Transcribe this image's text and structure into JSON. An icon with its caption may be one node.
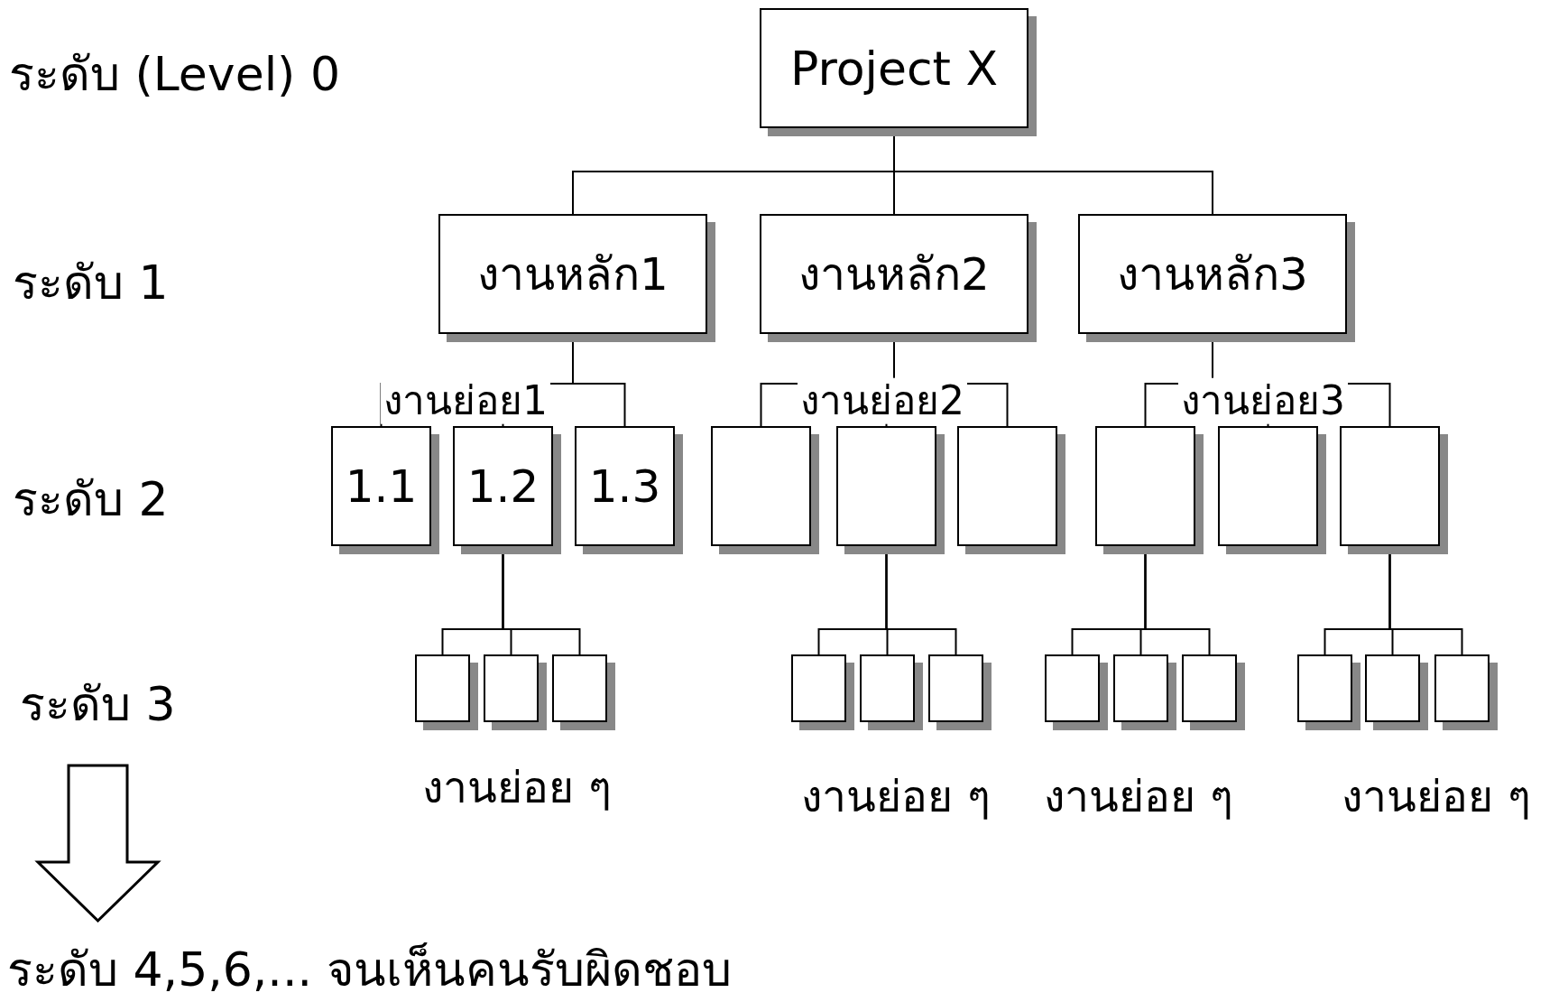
{
  "diagram": {
    "nodes": [
      {
        "text": [
          "Project X"
        ]
      },
      {
        "text": [
          "งานหลัก1"
        ]
      },
      {
        "text": [
          "งานหลัก2"
        ]
      },
      {
        "text": [
          "งานหลัก3"
        ]
      },
      {
        "text": [
          "1.1"
        ]
      },
      {
        "text": [
          "1.2"
        ]
      },
      {
        "text": [
          "1.3"
        ]
      },
      {
        "text": [],
        "shape": "box"
      },
      {
        "text": [],
        "shape": "box"
      },
      {
        "text": [],
        "shape": "box"
      },
      {
        "text": [],
        "shape": "box"
      },
      {
        "text": [],
        "shape": "box"
      },
      {
        "text": [],
        "shape": "box"
      },
      {
        "text": [],
        "shape": "box"
      },
      {
        "text": [],
        "shape": "box"
      },
      {
        "text": [],
        "shape": "box"
      },
      {
        "text": [],
        "shape": "box"
      },
      {
        "text": [],
        "shape": "box"
      },
      {
        "text": [],
        "shape": "box"
      },
      {
        "text": [],
        "shape": "box"
      },
      {
        "text": [],
        "shape": "box"
      },
      {
        "text": [],
        "shape": "box"
      },
      {
        "text": [],
        "shape": "box"
      },
      {
        "text": [],
        "shape": "box"
      },
      {
        "text": [],
        "shape": "box"
      }
    ],
    "edges": [
      {
        "from": 0,
        "to": 1,
        "arrow": "none"
      },
      {
        "from": 0,
        "to": 2,
        "arrow": "none"
      },
      {
        "from": 0,
        "to": 3,
        "arrow": "none"
      },
      {
        "from": 1,
        "to": 4,
        "arrow": "none"
      },
      {
        "from": 1,
        "to": 5,
        "arrow": "none"
      },
      {
        "from": 1,
        "to": 6,
        "arrow": "none"
      },
      {
        "from": 2,
        "to": 7,
        "arrow": "none"
      },
      {
        "from": 2,
        "to": 8,
        "arrow": "none"
      },
      {
        "from": 2,
        "to": 9,
        "arrow": "none"
      },
      {
        "from": 3,
        "to": 10,
        "arrow": "none"
      },
      {
        "from": 3,
        "to": 11,
        "arrow": "none"
      },
      {
        "from": 3,
        "to": 12,
        "arrow": "none"
      },
      {
        "from": 5,
        "to": 13,
        "arrow": "none"
      },
      {
        "from": 5,
        "to": 14,
        "arrow": "none"
      },
      {
        "from": 5,
        "to": 15,
        "arrow": "none"
      },
      {
        "from": 8,
        "to": 16,
        "arrow": "none"
      },
      {
        "from": 8,
        "to": 17,
        "arrow": "none"
      },
      {
        "from": 8,
        "to": 18,
        "arrow": "none"
      },
      {
        "from": 10,
        "to": 19,
        "arrow": "none"
      },
      {
        "from": 10,
        "to": 20,
        "arrow": "none"
      },
      {
        "from": 10,
        "to": 21,
        "arrow": "none"
      },
      {
        "from": 12,
        "to": 22,
        "arrow": "none"
      },
      {
        "from": 12,
        "to": 23,
        "arrow": "none"
      },
      {
        "from": 12,
        "to": 24,
        "arrow": "none"
      }
    ],
    "labels": [
      "ระดับ (Level) 0",
      "ระดับ 1",
      "งานย่อย1",
      "งานย่อย2",
      "งานย่อย3",
      "ระดับ 2",
      "ระดับ 3",
      "งานย่อย ๆ",
      "งานย่อย ๆ",
      "งานย่อย ๆ",
      "งานย่อย ๆ",
      "ระดับ 4,5,6,... จนเห็นคนรับผิดชอบ"
    ]
  }
}
